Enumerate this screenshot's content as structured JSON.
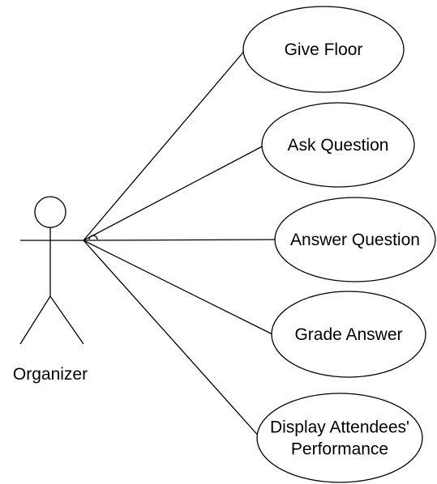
{
  "actor": {
    "name": "Organizer"
  },
  "use_cases": [
    {
      "lines": [
        "Give Floor"
      ]
    },
    {
      "lines": [
        "Ask Question"
      ]
    },
    {
      "lines": [
        "Answer Question"
      ]
    },
    {
      "lines": [
        "Grade Answer"
      ]
    },
    {
      "lines": [
        "Display Attendees'",
        "Performance"
      ]
    }
  ]
}
